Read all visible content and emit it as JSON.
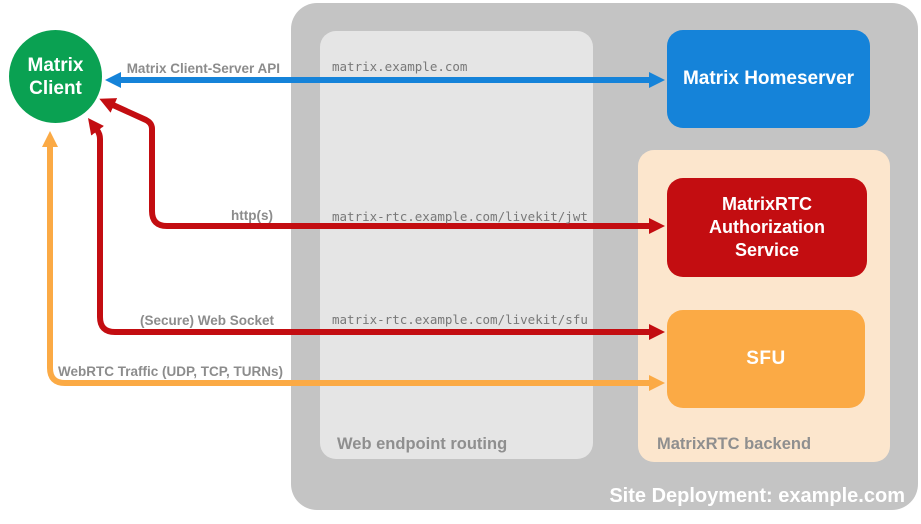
{
  "client": {
    "line1": "Matrix",
    "line2": "Client",
    "color": "#0aa152"
  },
  "homeserver": {
    "label": "Matrix Homeserver",
    "color": "#1583d9"
  },
  "routing": {
    "label": "Web endpoint routing",
    "bg": "#e5e5e5",
    "endpoints": [
      "matrix.example.com",
      "matrix-rtc.example.com/livekit/jwt",
      "matrix-rtc.example.com/livekit/sfu"
    ]
  },
  "backend": {
    "label": "MatrixRTC backend",
    "bg": "#fce6cd",
    "auth": {
      "label": "MatrixRTC Authorization Service",
      "color": "#c30d11"
    },
    "sfu": {
      "label": "SFU",
      "color": "#fbaa45"
    }
  },
  "site": {
    "label": "Site Deployment: example.com",
    "bg": "#c4c4c4"
  },
  "arrows": {
    "cs_api": {
      "label": "Matrix Client-Server API",
      "color": "#1583d9"
    },
    "http": {
      "label": "http(s)",
      "color": "#c30d11"
    },
    "ws": {
      "label": "(Secure) Web Socket",
      "color": "#c30d11"
    },
    "webrtc": {
      "label": "WebRTC Traffic (UDP, TCP, TURNs)",
      "color": "#fbaa45"
    }
  }
}
